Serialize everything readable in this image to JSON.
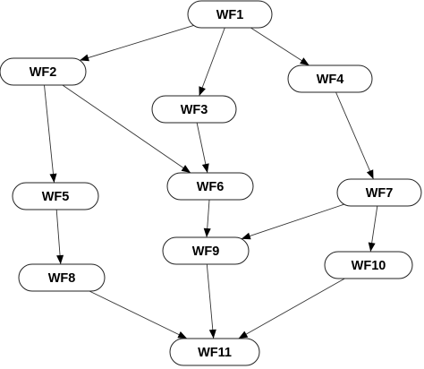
{
  "diagram": {
    "nodes": [
      {
        "id": "WF1",
        "label": "WF1"
      },
      {
        "id": "WF2",
        "label": "WF2"
      },
      {
        "id": "WF3",
        "label": "WF3"
      },
      {
        "id": "WF4",
        "label": "WF4"
      },
      {
        "id": "WF5",
        "label": "WF5"
      },
      {
        "id": "WF6",
        "label": "WF6"
      },
      {
        "id": "WF7",
        "label": "WF7"
      },
      {
        "id": "WF8",
        "label": "WF8"
      },
      {
        "id": "WF9",
        "label": "WF9"
      },
      {
        "id": "WF10",
        "label": "WF10"
      },
      {
        "id": "WF11",
        "label": "WF11"
      }
    ],
    "edges": [
      {
        "from": "WF1",
        "to": "WF2"
      },
      {
        "from": "WF1",
        "to": "WF3"
      },
      {
        "from": "WF1",
        "to": "WF4"
      },
      {
        "from": "WF2",
        "to": "WF5"
      },
      {
        "from": "WF2",
        "to": "WF6"
      },
      {
        "from": "WF3",
        "to": "WF6"
      },
      {
        "from": "WF4",
        "to": "WF7"
      },
      {
        "from": "WF5",
        "to": "WF8"
      },
      {
        "from": "WF6",
        "to": "WF9"
      },
      {
        "from": "WF7",
        "to": "WF9"
      },
      {
        "from": "WF7",
        "to": "WF10"
      },
      {
        "from": "WF8",
        "to": "WF11"
      },
      {
        "from": "WF9",
        "to": "WF11"
      },
      {
        "from": "WF10",
        "to": "WF11"
      }
    ]
  }
}
